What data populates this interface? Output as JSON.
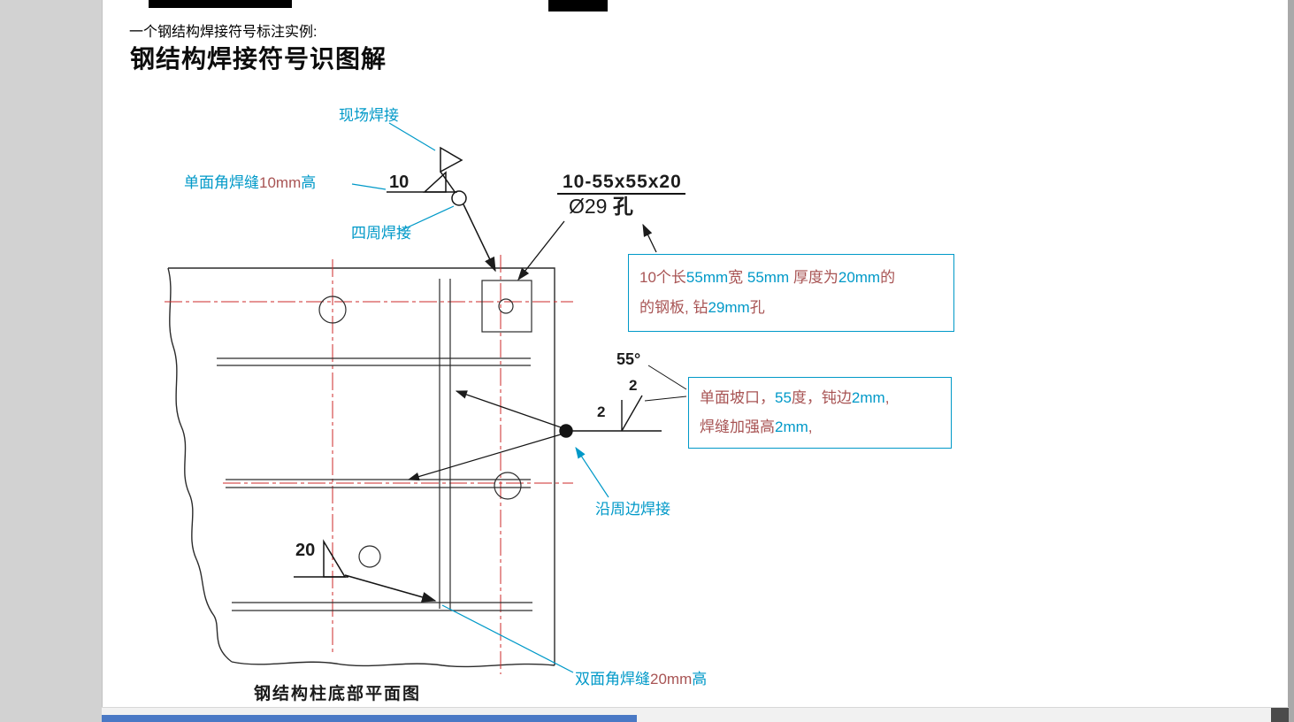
{
  "colors": {
    "annotation_cyan": "#0099c8",
    "note_text_red": "#a85454",
    "centerline_red": "#cc2a2a",
    "drawing_ink": "#1c1c1c",
    "scroll_thumb_blue": "#4a79c5",
    "sidebar_gray": "#d2d2d2"
  },
  "header": {
    "intro": "一个钢结构焊接符号标注实例:",
    "title": "钢结构焊接符号识图解"
  },
  "annotations": {
    "field_weld": "现场焊接",
    "all_around": "四周焊接",
    "periphery": "沿周边焊接",
    "single_fillet": [
      "单面角焊缝",
      "10mm",
      "高"
    ],
    "double_fillet": [
      "双面角焊缝",
      "20mm",
      "高"
    ],
    "caption": "钢结构柱底部平面图"
  },
  "symbols": {
    "fillet_size_top": "10",
    "fillet_size_bottom": "20",
    "plate_spec": "10-55x55x20",
    "hole": [
      "Ø29 ",
      "孔"
    ],
    "angle": "55°",
    "root_face": "2",
    "reinforcement": "2"
  },
  "notes": {
    "plate_note": {
      "line1": [
        "10个长",
        "55mm",
        "宽 ",
        "55mm",
        " 厚度为",
        "20mm",
        "的"
      ],
      "line2": [
        "的钢板, 钻",
        "29mm",
        "孔"
      ]
    },
    "groove_note": {
      "line1": [
        "单面坡口，",
        "55",
        "度，钝边",
        "2mm",
        ","
      ],
      "line2": [
        "焊缝加强高",
        "2mm",
        ","
      ]
    }
  }
}
